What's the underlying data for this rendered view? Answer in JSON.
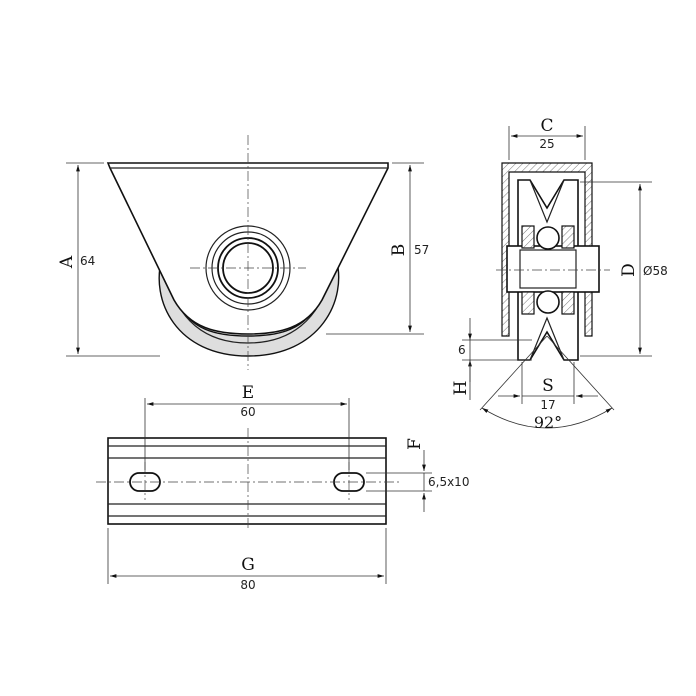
{
  "dimensions": {
    "A": {
      "letter": "A",
      "value": "64"
    },
    "B": {
      "letter": "B",
      "value": "57"
    },
    "C": {
      "letter": "C",
      "value": "25"
    },
    "D": {
      "letter": "D",
      "value": "Ø58"
    },
    "E": {
      "letter": "E",
      "value": "60"
    },
    "F": {
      "letter": "F",
      "value": "6,5x10"
    },
    "G": {
      "letter": "G",
      "value": "80"
    },
    "H": {
      "letter": "H",
      "value": "6"
    },
    "S": {
      "letter": "S",
      "value": "17"
    },
    "angle": {
      "value": "92°"
    }
  }
}
